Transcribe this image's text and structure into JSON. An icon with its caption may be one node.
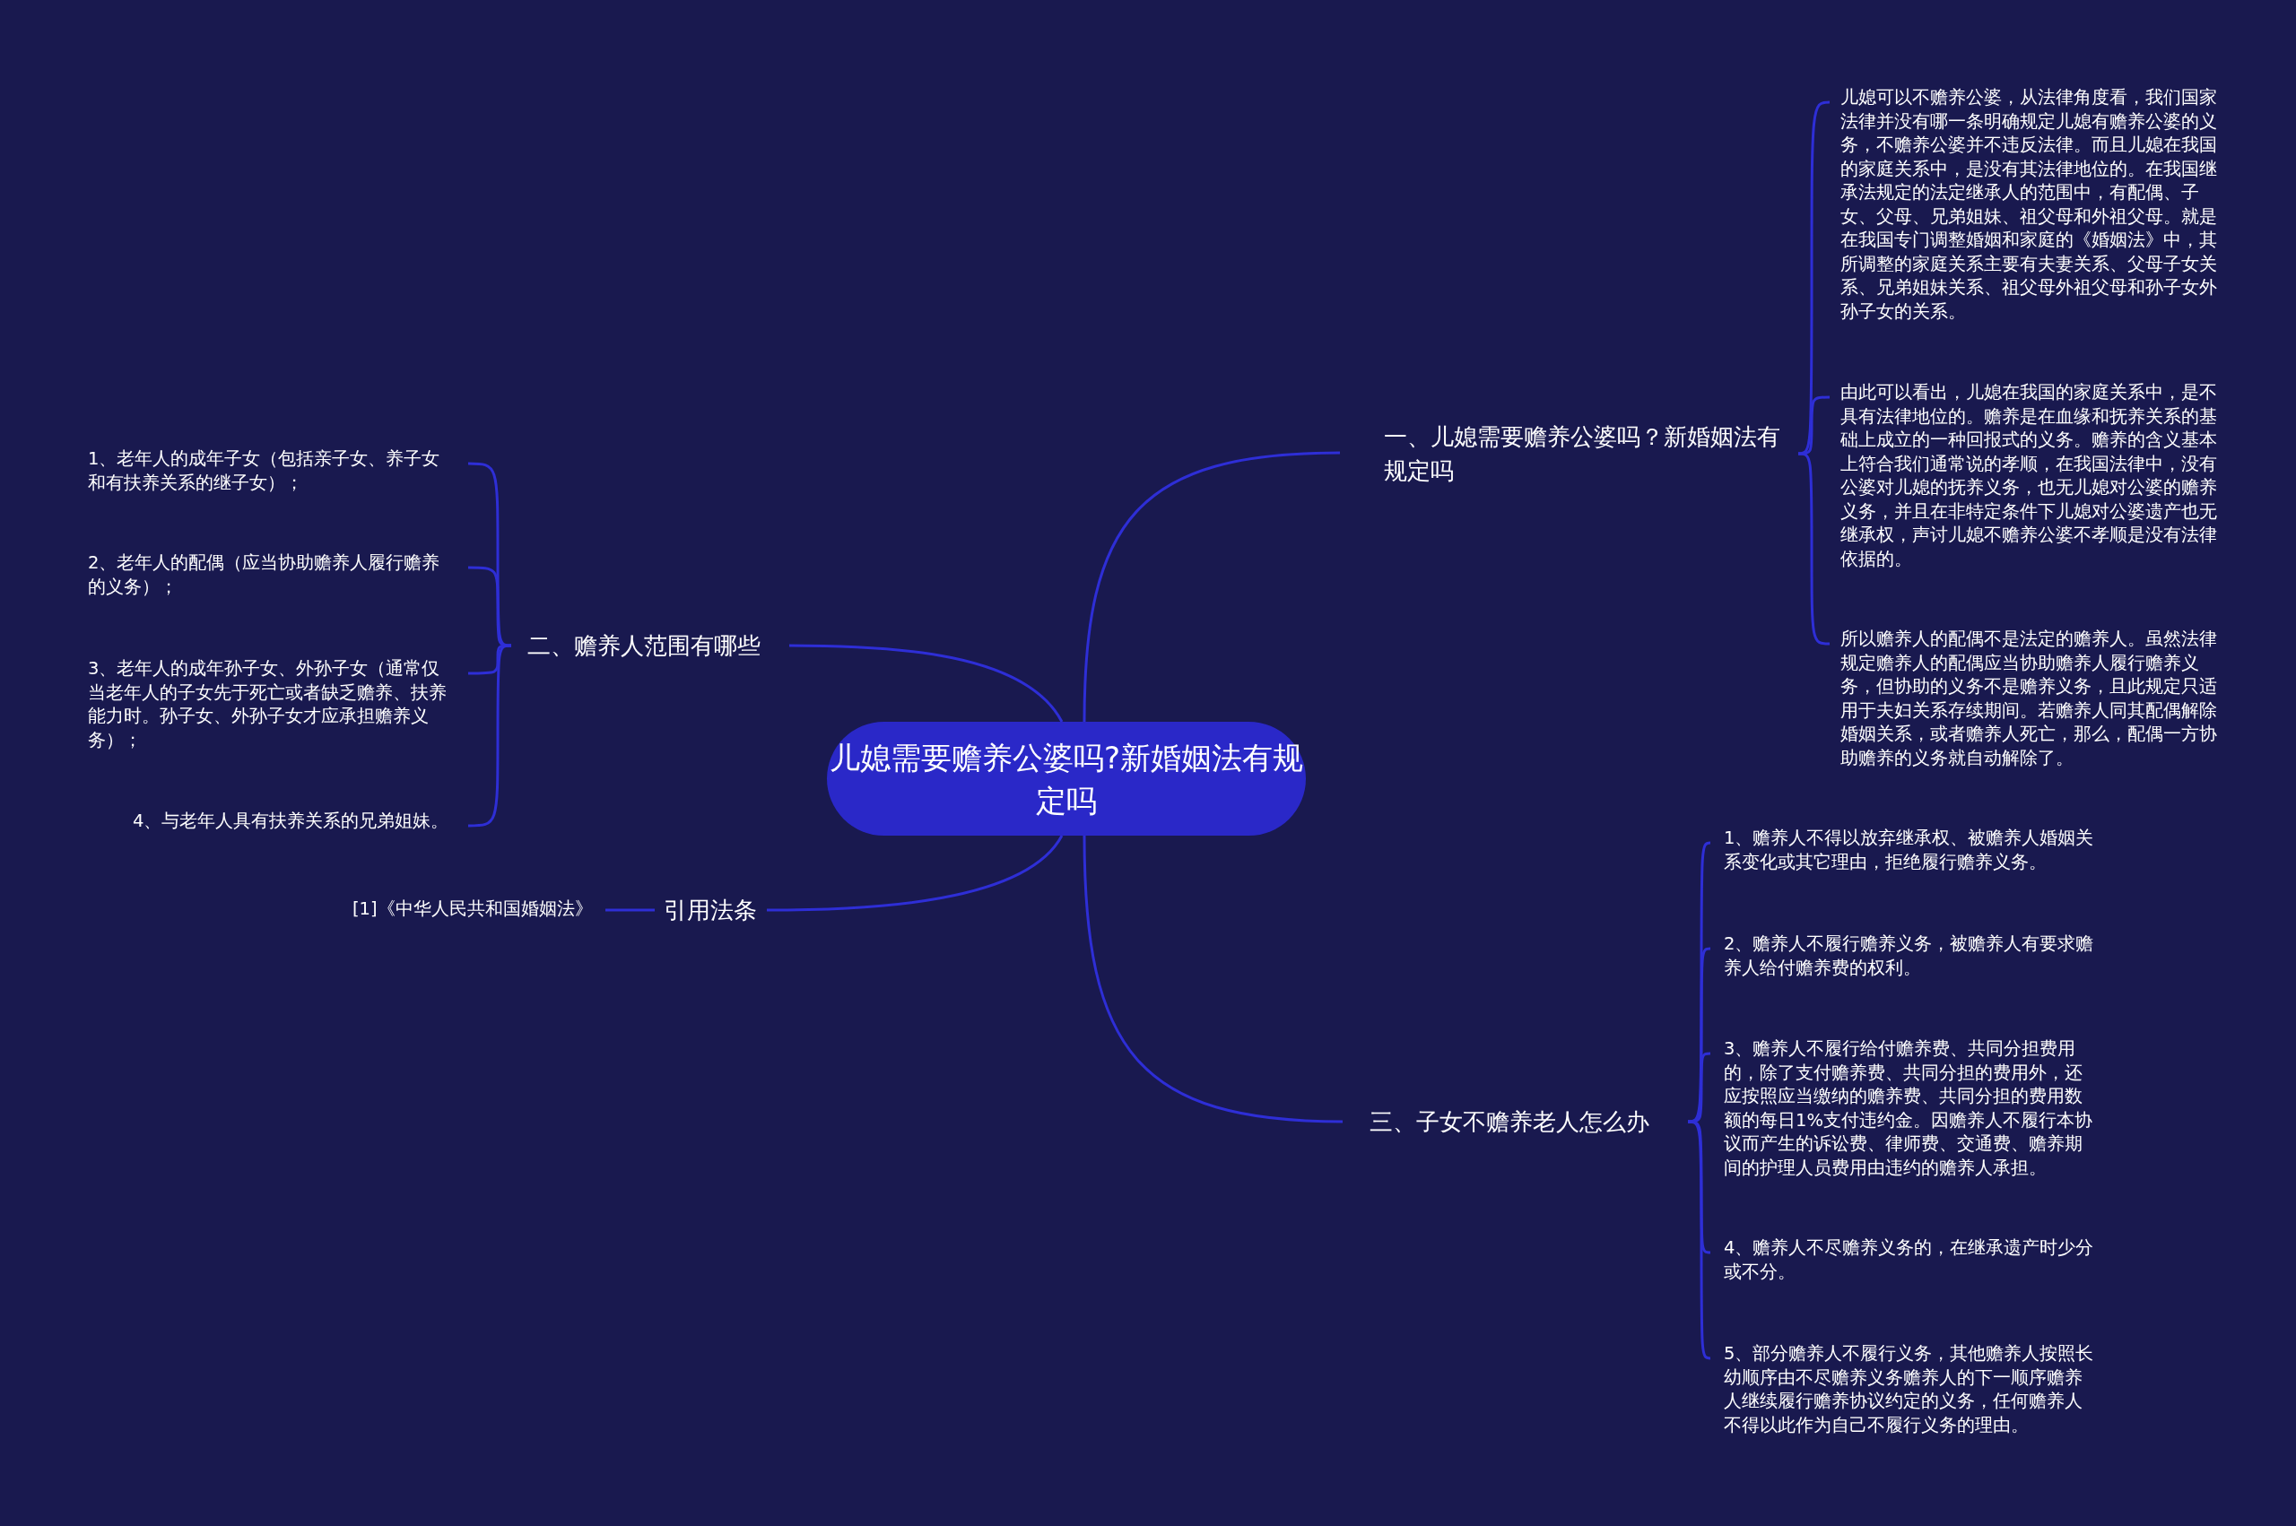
{
  "diagram": {
    "nodes": [
      {
        "text": [
          "儿媳需要赡养公婆吗?新婚姻法有规定吗"
        ]
      },
      {
        "text": [
          "一、儿媳需要赡养公婆吗？新婚姻法有规定吗"
        ]
      },
      {
        "text": [
          "儿媳可以不赡养公婆，从法律角度看，我们国家法律并没有哪一条明确规定儿媳有赡养公婆的义务，不赡养公婆并不违反法律。而且儿媳在我国的家庭关系中，是没有其法律地位的。在我国继承法规定的法定继承人的范围中，有配偶、子女、父母、兄弟姐妹、祖父母和外祖父母。就是在我国专门调整婚姻和家庭的《婚姻法》中，其所调整的家庭关系主要有夫妻关系、父母子女关系、兄弟姐妹关系、祖父母外祖父母和孙子女外孙子女的关系。"
        ]
      },
      {
        "text": [
          "由此可以看出，儿媳在我国的家庭关系中，是不具有法律地位的。赡养是在血缘和抚养关系的基础上成立的一种回报式的义务。赡养的含义基本上符合我们通常说的孝顺，在我国法律中，没有公婆对儿媳的抚养义务，也无儿媳对公婆的赡养义务，并且在非特定条件下儿媳对公婆遗产也无继承权，声讨儿媳不赡养公婆不孝顺是没有法律依据的。"
        ]
      },
      {
        "text": [
          "所以赡养人的配偶不是法定的赡养人。虽然法律规定赡养人的配偶应当协助赡养人履行赡养义务，但协助的义务不是赡养义务，且此规定只适用于夫妇关系存续期间。若赡养人同其配偶解除婚姻关系，或者赡养人死亡，那么，配偶一方协助赡养的义务就自动解除了。"
        ]
      },
      {
        "text": [
          "二、赡养人范围有哪些"
        ]
      },
      {
        "text": [
          "1、老年人的成年子女（包括亲子女、养子女和有扶养关系的继子女）；"
        ]
      },
      {
        "text": [
          "2、老年人的配偶（应当协助赡养人履行赡养的义务）；"
        ]
      },
      {
        "text": [
          "3、老年人的成年孙子女、外孙子女（通常仅当老年人的子女先于死亡或者缺乏赡养、扶养能力时。孙子女、外孙子女才应承担赡养义务）；"
        ]
      },
      {
        "text": [
          "4、与老年人具有扶养关系的兄弟姐妹。"
        ]
      },
      {
        "text": [
          "引用法条"
        ]
      },
      {
        "text": [
          "[1]《中华人民共和国婚姻法》"
        ]
      },
      {
        "text": [
          "三、子女不赡养老人怎么办"
        ]
      },
      {
        "text": [
          "1、赡养人不得以放弃继承权、被赡养人婚姻关系变化或其它理由，拒绝履行赡养义务。"
        ]
      },
      {
        "text": [
          "2、赡养人不履行赡养义务，被赡养人有要求赡养人给付赡养费的权利。"
        ]
      },
      {
        "text": [
          "3、赡养人不履行给付赡养费、共同分担费用的，除了支付赡养费、共同分担的费用外，还应按照应当缴纳的赡养费、共同分担的费用数额的每日1%支付违约金。因赡养人不履行本协议而产生的诉讼费、律师费、交通费、赡养期间的护理人员费用由违约的赡养人承担。"
        ]
      },
      {
        "text": [
          "4、赡养人不尽赡养义务的，在继承遗产时少分或不分。"
        ]
      },
      {
        "text": [
          "5、部分赡养人不履行义务，其他赡养人按照长幼顺序由不尽赡养义务赡养人的下一顺序赡养人继续履行赡养协议约定的义务，任何赡养人不得以此作为自己不履行义务的理由。"
        ]
      }
    ],
    "edges": [
      {
        "from": 0,
        "to": 1,
        "arrow": "none"
      },
      {
        "from": 1,
        "to": 2,
        "arrow": "none"
      },
      {
        "from": 1,
        "to": 3,
        "arrow": "none"
      },
      {
        "from": 1,
        "to": 4,
        "arrow": "none"
      },
      {
        "from": 0,
        "to": 5,
        "arrow": "none"
      },
      {
        "from": 5,
        "to": 6,
        "arrow": "none"
      },
      {
        "from": 5,
        "to": 7,
        "arrow": "none"
      },
      {
        "from": 5,
        "to": 8,
        "arrow": "none"
      },
      {
        "from": 5,
        "to": 9,
        "arrow": "none"
      },
      {
        "from": 0,
        "to": 10,
        "arrow": "none"
      },
      {
        "from": 10,
        "to": 11,
        "arrow": "none"
      },
      {
        "from": 0,
        "to": 12,
        "arrow": "none"
      },
      {
        "from": 12,
        "to": 13,
        "arrow": "none"
      },
      {
        "from": 12,
        "to": 14,
        "arrow": "none"
      },
      {
        "from": 12,
        "to": 15,
        "arrow": "none"
      },
      {
        "from": 12,
        "to": 16,
        "arrow": "none"
      },
      {
        "from": 12,
        "to": 17,
        "arrow": "none"
      }
    ]
  }
}
